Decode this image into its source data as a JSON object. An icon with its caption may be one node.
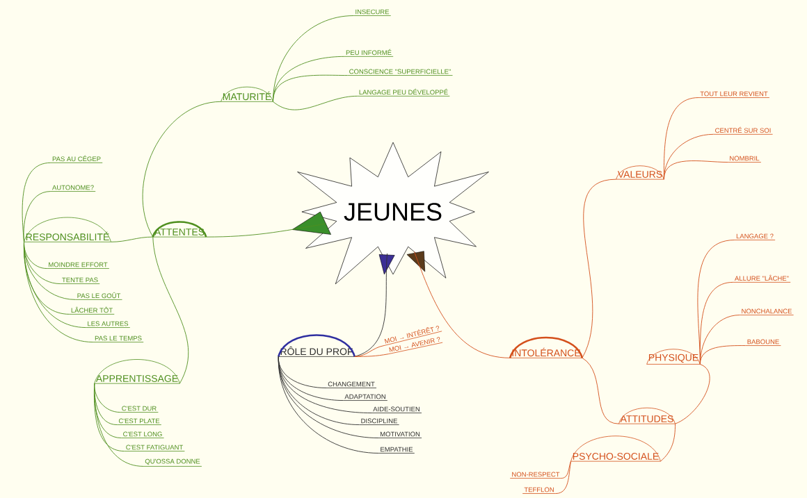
{
  "diagram": {
    "nodes": [
      {
        "text": [
          "JEUNES"
        ]
      },
      {
        "text": [
          "ATTENTES"
        ]
      },
      {
        "text": [
          "MATURITÉ"
        ]
      },
      {
        "text": [
          "INSECURE"
        ]
      },
      {
        "text": [
          "PEU INFORMÉ"
        ]
      },
      {
        "text": [
          "CONSCIENCE \"SUPERFICIELLE\""
        ]
      },
      {
        "text": [
          "LANGAGE PEU DÉVELOPPÉ"
        ]
      },
      {
        "text": [
          "RESPONSABILITÉ"
        ]
      },
      {
        "text": [
          "PAS AU CÉGEP"
        ]
      },
      {
        "text": [
          "AUTONOME?"
        ]
      },
      {
        "text": [
          "MOINDRE EFFORT"
        ]
      },
      {
        "text": [
          "TENTE PAS"
        ]
      },
      {
        "text": [
          "PAS LE GOÛT"
        ]
      },
      {
        "text": [
          "LÂCHER TÔT"
        ]
      },
      {
        "text": [
          "LES AUTRES"
        ]
      },
      {
        "text": [
          "PAS LE TEMPS"
        ]
      },
      {
        "text": [
          "APPRENTISSAGE"
        ]
      },
      {
        "text": [
          "C'EST DUR"
        ]
      },
      {
        "text": [
          "C'EST PLATE"
        ]
      },
      {
        "text": [
          "C'EST LONG"
        ]
      },
      {
        "text": [
          "C'EST FATIGUANT"
        ]
      },
      {
        "text": [
          "QU'OSSA DONNE"
        ]
      },
      {
        "text": [
          "RÔLE DU PROF"
        ]
      },
      {
        "text": [
          "MOI → INTÉRÊT ?"
        ]
      },
      {
        "text": [
          "MOI → AVENIR ?"
        ]
      },
      {
        "text": [
          "CHANGEMENT"
        ]
      },
      {
        "text": [
          "ADAPTATION"
        ]
      },
      {
        "text": [
          "AIDE-SOUTIEN"
        ]
      },
      {
        "text": [
          "DISCIPLINE"
        ]
      },
      {
        "text": [
          "MOTIVATION"
        ]
      },
      {
        "text": [
          "EMPATHIE"
        ]
      },
      {
        "text": [
          "INTOLÉRANCE"
        ]
      },
      {
        "text": [
          "VALEURS"
        ]
      },
      {
        "text": [
          "TOUT LEUR REVIENT"
        ]
      },
      {
        "text": [
          "CENTRÉ SUR SOI"
        ]
      },
      {
        "text": [
          "NOMBRIL"
        ]
      },
      {
        "text": [
          "PHYSIQUE"
        ]
      },
      {
        "text": [
          "LANGAGE ?"
        ]
      },
      {
        "text": [
          "ALLURE \"LÂCHE\""
        ]
      },
      {
        "text": [
          "NONCHALANCE"
        ]
      },
      {
        "text": [
          "BABOUNE"
        ]
      },
      {
        "text": [
          "ATTITUDES"
        ]
      },
      {
        "text": [
          "PSYCHO-SOCIALE"
        ]
      },
      {
        "text": [
          "NON-RESPECT"
        ]
      },
      {
        "text": [
          "TEFFLON"
        ]
      }
    ],
    "edges": [
      {
        "from": 0,
        "to": 1,
        "arrow": "none"
      },
      {
        "from": 1,
        "to": 2,
        "arrow": "none"
      },
      {
        "from": 2,
        "to": 3,
        "arrow": "none"
      },
      {
        "from": 2,
        "to": 4,
        "arrow": "none"
      },
      {
        "from": 2,
        "to": 5,
        "arrow": "none"
      },
      {
        "from": 2,
        "to": 6,
        "arrow": "none"
      },
      {
        "from": 1,
        "to": 7,
        "arrow": "none"
      },
      {
        "from": 7,
        "to": 8,
        "arrow": "none"
      },
      {
        "from": 7,
        "to": 9,
        "arrow": "none"
      },
      {
        "from": 7,
        "to": 10,
        "arrow": "none"
      },
      {
        "from": 7,
        "to": 11,
        "arrow": "none"
      },
      {
        "from": 7,
        "to": 12,
        "arrow": "none"
      },
      {
        "from": 7,
        "to": 13,
        "arrow": "none"
      },
      {
        "from": 7,
        "to": 14,
        "arrow": "none"
      },
      {
        "from": 7,
        "to": 15,
        "arrow": "none"
      },
      {
        "from": 1,
        "to": 16,
        "arrow": "none"
      },
      {
        "from": 16,
        "to": 17,
        "arrow": "none"
      },
      {
        "from": 16,
        "to": 18,
        "arrow": "none"
      },
      {
        "from": 16,
        "to": 19,
        "arrow": "none"
      },
      {
        "from": 16,
        "to": 20,
        "arrow": "none"
      },
      {
        "from": 16,
        "to": 21,
        "arrow": "none"
      },
      {
        "from": 0,
        "to": 22,
        "arrow": "none",
        "color": "#303030"
      },
      {
        "from": 22,
        "to": 23,
        "arrow": "none",
        "color": "#d4501c"
      },
      {
        "from": 22,
        "to": 24,
        "arrow": "none",
        "color": "#d4501c"
      },
      {
        "from": 22,
        "to": 25,
        "arrow": "none",
        "color": "#303030"
      },
      {
        "from": 22,
        "to": 26,
        "arrow": "none",
        "color": "#303030"
      },
      {
        "from": 22,
        "to": 27,
        "arrow": "none",
        "color": "#303030"
      },
      {
        "from": 22,
        "to": 28,
        "arrow": "none",
        "color": "#303030"
      },
      {
        "from": 22,
        "to": 29,
        "arrow": "none",
        "color": "#303030"
      },
      {
        "from": 22,
        "to": 30,
        "arrow": "none",
        "color": "#303030"
      },
      {
        "from": 0,
        "to": 31,
        "arrow": "none",
        "color": "#d4501c"
      },
      {
        "from": 31,
        "to": 32,
        "arrow": "none",
        "color": "#d4501c"
      },
      {
        "from": 32,
        "to": 33,
        "arrow": "none",
        "color": "#d4501c"
      },
      {
        "from": 32,
        "to": 34,
        "arrow": "none",
        "color": "#d4501c"
      },
      {
        "from": 32,
        "to": 35,
        "arrow": "none",
        "color": "#d4501c"
      },
      {
        "from": 31,
        "to": 41,
        "arrow": "none",
        "color": "#d4501c"
      },
      {
        "from": 41,
        "to": 36,
        "arrow": "none",
        "color": "#d4501c"
      },
      {
        "from": 36,
        "to": 37,
        "arrow": "none",
        "color": "#d4501c"
      },
      {
        "from": 36,
        "to": 38,
        "arrow": "none",
        "color": "#d4501c"
      },
      {
        "from": 36,
        "to": 39,
        "arrow": "none",
        "color": "#d4501c"
      },
      {
        "from": 36,
        "to": 40,
        "arrow": "none",
        "color": "#d4501c"
      },
      {
        "from": 41,
        "to": 42,
        "arrow": "none",
        "color": "#d4501c"
      },
      {
        "from": 42,
        "to": 43,
        "arrow": "none",
        "color": "#d4501c"
      },
      {
        "from": 42,
        "to": 44,
        "arrow": "none",
        "color": "#d4501c"
      }
    ]
  }
}
